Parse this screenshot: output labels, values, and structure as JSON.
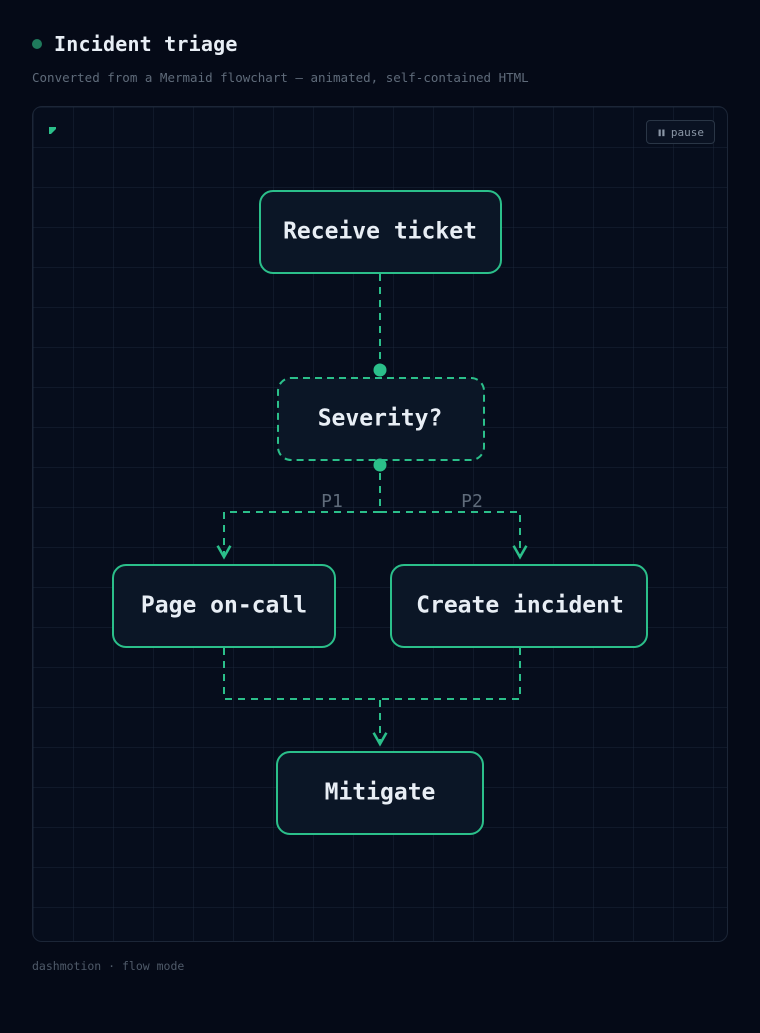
{
  "header": {
    "title": "Incident triage",
    "subtitle": "Converted from a Mermaid flowchart — animated, self-contained HTML"
  },
  "controls": {
    "pause_label": "pause",
    "pause_icon": "pause-icon"
  },
  "diagram": {
    "nodes": [
      {
        "id": "receive",
        "label": "Receive ticket",
        "shape": "process"
      },
      {
        "id": "severity",
        "label": "Severity?",
        "shape": "decision"
      },
      {
        "id": "page",
        "label": "Page on-call",
        "shape": "process"
      },
      {
        "id": "create",
        "label": "Create incident",
        "shape": "process"
      },
      {
        "id": "mitigate",
        "label": "Mitigate",
        "shape": "process"
      }
    ],
    "edges": [
      {
        "from": "receive",
        "to": "severity",
        "label": ""
      },
      {
        "from": "severity",
        "to": "page",
        "label": "P1"
      },
      {
        "from": "severity",
        "to": "create",
        "label": "P2"
      },
      {
        "from": "page",
        "to": "mitigate",
        "label": ""
      },
      {
        "from": "create",
        "to": "mitigate",
        "label": ""
      }
    ]
  },
  "colors": {
    "accent": "#2bbf8a",
    "node_fill": "#0b1626",
    "background": "#050a17"
  },
  "footer": {
    "text": "dashmotion · flow mode"
  }
}
